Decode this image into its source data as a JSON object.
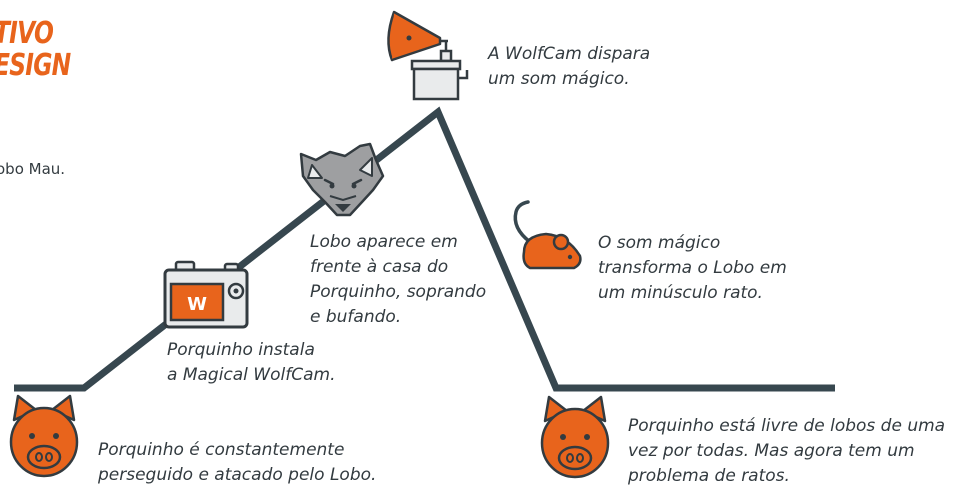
{
  "heading": {
    "line1": "TIVO",
    "line2": "ESIGN"
  },
  "intro_fragment": "obo Mau.",
  "captions": {
    "start": [
      "Porquinho é constantemente",
      "perseguido e atacado pelo Lobo."
    ],
    "camera": [
      "Porquinho instala",
      "a Magical WolfCam."
    ],
    "wolf": [
      "Lobo aparece em",
      "frente à casa do",
      "Porquinho, soprando",
      "e bufando."
    ],
    "peak": [
      "A WolfCam dispara",
      "um som mágico."
    ],
    "mouse": [
      "O som mágico",
      "transforma o Lobo em",
      "um minúsculo rato."
    ],
    "end": [
      "Porquinho está livre de lobos de uma",
      "vez por todas. Mas agora tem um",
      "problema de ratos."
    ]
  },
  "camera_label": "W",
  "colors": {
    "orange": "#e8641c",
    "line": "#37474f",
    "gray": "#9e9fa1",
    "light": "#e9ebec"
  },
  "icons": [
    "pig-icon",
    "camera-icon",
    "wolf-icon",
    "gramophone-icon",
    "mouse-icon",
    "pig-icon"
  ]
}
